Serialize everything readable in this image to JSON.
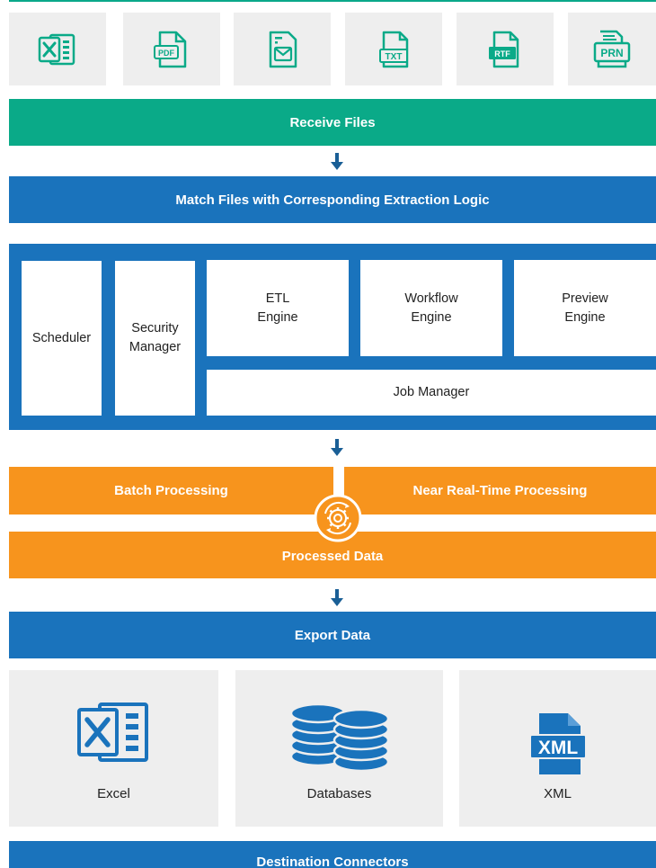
{
  "input_icons": [
    {
      "icon": "excel-file-icon"
    },
    {
      "icon": "pdf-file-icon",
      "text": "PDF"
    },
    {
      "icon": "email-file-icon"
    },
    {
      "icon": "txt-file-icon",
      "text": "TXT"
    },
    {
      "icon": "rtf-file-icon",
      "text": "RTF"
    },
    {
      "icon": "prn-file-icon",
      "text": "PRN"
    }
  ],
  "steps": {
    "receive": "Receive Files",
    "match": "Match Files with Corresponding Extraction Logic",
    "batch": "Batch Processing",
    "near_real_time": "Near Real-Time Processing",
    "processed": "Processed Data",
    "export": "Export Data",
    "destination": "Destination Connectors"
  },
  "server": {
    "scheduler": "Scheduler",
    "security_manager": "Security\nManager",
    "etl_engine": "ETL\nEngine",
    "workflow_engine": "Workflow\nEngine",
    "preview_engine": "Preview\nEngine",
    "job_manager": "Job Manager"
  },
  "outputs": [
    {
      "label": "Excel",
      "icon": "excel-icon"
    },
    {
      "label": "Databases",
      "icon": "database-icon"
    },
    {
      "label": "XML",
      "icon": "xml-file-icon",
      "text": "XML"
    }
  ],
  "colors": {
    "green": "#0aaa88",
    "blue": "#1a73bc",
    "orange": "#f7941d",
    "tile_gray": "#eeeeee"
  }
}
